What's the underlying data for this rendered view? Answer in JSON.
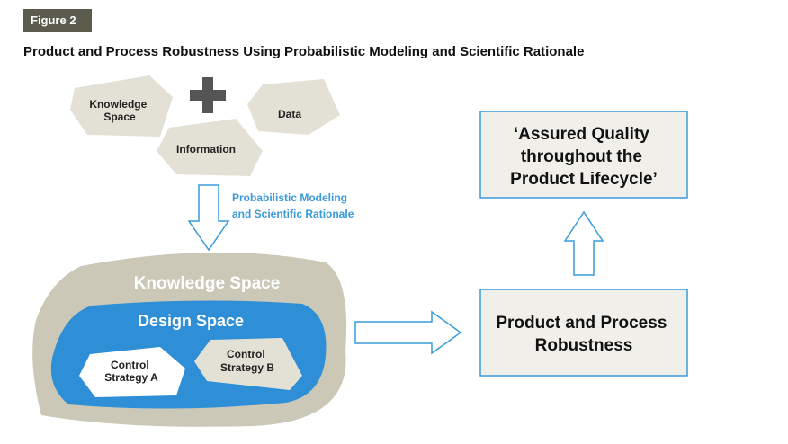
{
  "figure": {
    "label": "Figure 2",
    "title": "Product and Process Robustness Using Probabilistic Modeling and Scientific Rationale"
  },
  "inputs": {
    "knowledge_space": [
      "Knowledge",
      "Space"
    ],
    "data": "Data",
    "information": "Information",
    "combine_icon": "plus-icon"
  },
  "process_label": [
    "Probabilistic Modeling",
    "and Scientific Rationale"
  ],
  "regions": {
    "knowledge_space": "Knowledge Space",
    "design_space": "Design Space",
    "control_a": [
      "Control",
      "Strategy A"
    ],
    "control_b": [
      "Control",
      "Strategy B"
    ]
  },
  "outcomes": {
    "robustness": [
      "Product and Process",
      "Robustness"
    ],
    "assured_quality": [
      "‘Assured Quality",
      "throughout the",
      "Product Lifecycle’"
    ]
  },
  "colors": {
    "badge": "#5b5b4e",
    "stone": "#e3e1d5",
    "knowledge_space": "#cbc8b8",
    "design_space": "#2f8fd6",
    "accent": "#3a9bd9",
    "plus": "#555555",
    "box_fill": "#f0efe9"
  }
}
